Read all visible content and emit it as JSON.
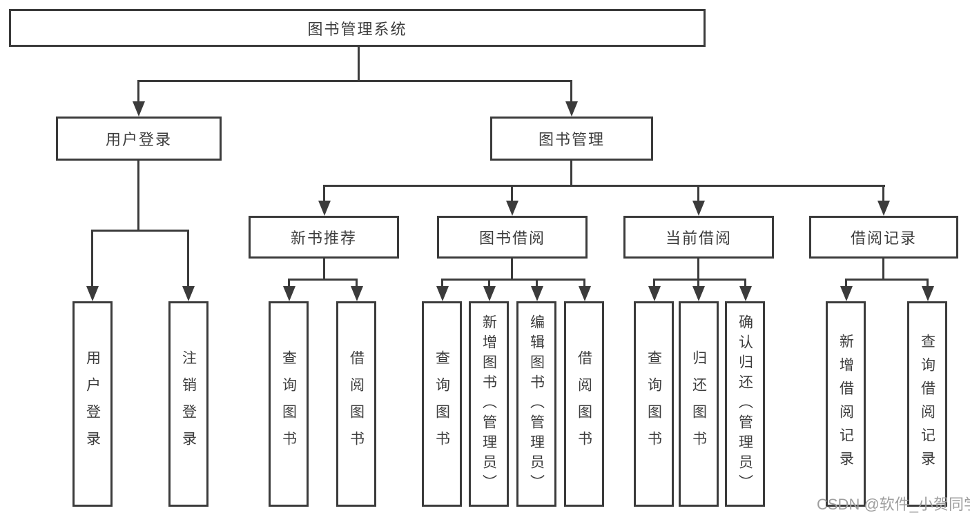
{
  "nodes": {
    "root": {
      "label": "图书管理系统"
    },
    "level2": [
      {
        "id": "user-login",
        "label": "用户登录"
      },
      {
        "id": "book-management",
        "label": "图书管理"
      }
    ],
    "level3": [
      {
        "id": "new-book-recommend",
        "label": "新书推荐"
      },
      {
        "id": "book-borrow",
        "label": "图书借阅"
      },
      {
        "id": "current-borrow",
        "label": "当前借阅"
      },
      {
        "id": "borrow-records",
        "label": "借阅记录"
      }
    ],
    "level4": [
      {
        "id": "user-login",
        "label": "用户登录"
      },
      {
        "id": "logout",
        "label": "注销登录"
      },
      {
        "id": "query-books-1",
        "label": "查询图书"
      },
      {
        "id": "borrow-books-1",
        "label": "借阅图书"
      },
      {
        "id": "query-books-2",
        "label": "查询图书"
      },
      {
        "id": "add-books-admin",
        "label": "新增图书（管理员）"
      },
      {
        "id": "edit-books-admin",
        "label": "编辑图书（管理员）"
      },
      {
        "id": "borrow-books-2",
        "label": "借阅图书"
      },
      {
        "id": "query-books-3",
        "label": "查询图书"
      },
      {
        "id": "return-books",
        "label": "归还图书"
      },
      {
        "id": "confirm-return-admin",
        "label": "确认归还（管理员）"
      },
      {
        "id": "add-borrow-record",
        "label": "新增借阅记录"
      },
      {
        "id": "query-borrow-record",
        "label": "查询借阅记录"
      }
    ]
  },
  "watermark": "CSDN @软件_小贺同学",
  "colors": {
    "line": "#3b3b3b",
    "text": "#3d3d3d",
    "watermark": "#9e9e9e",
    "background": "#ffffff"
  }
}
